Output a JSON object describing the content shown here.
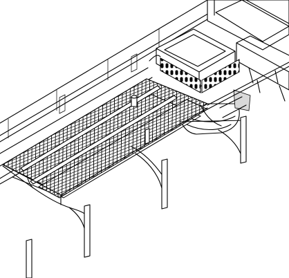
{
  "drawing": {
    "kind": "isometric-line-drawing",
    "palette": {
      "line": "#000000",
      "paper": "#ffffff",
      "fill_dark": "#111111",
      "fill_light": "#d9d9d9"
    },
    "posts": 5,
    "grate_strips": 3
  }
}
